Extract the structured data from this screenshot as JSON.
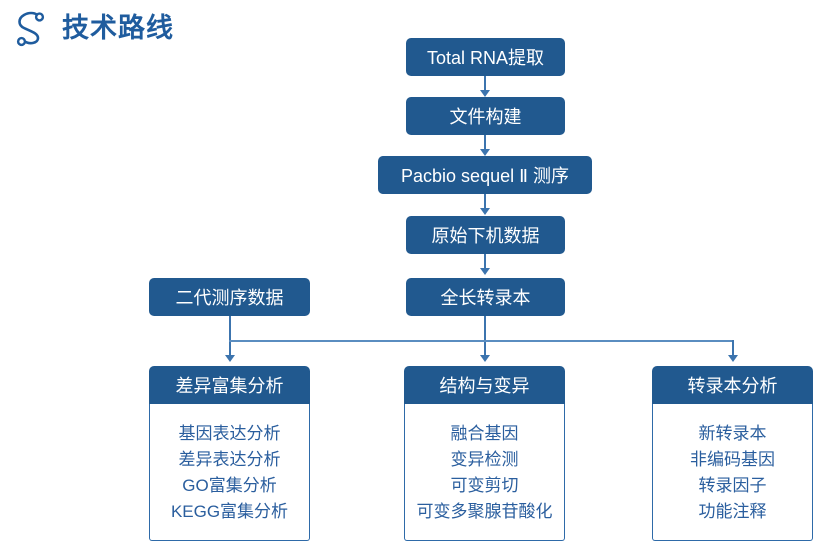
{
  "header": {
    "title": "技术路线",
    "icon": "s-path-node-icon"
  },
  "colors": {
    "node_fill": "#21598F",
    "connector": "#3C74AE",
    "bus_line": "#5A8DC0",
    "panel_border": "#2E6AA8",
    "panel_text": "#2A5E9E",
    "title_text": "#1F5C9E",
    "node_text": "#FFFFFF",
    "background": "#FFFFFF"
  },
  "flow": {
    "main_chain": [
      {
        "id": "total-rna",
        "label": "Total RNA提取"
      },
      {
        "id": "library-build",
        "label": "文件构建"
      },
      {
        "id": "pacbio-sequel",
        "label": "Pacbio sequel Ⅱ 测序"
      },
      {
        "id": "raw-data",
        "label": "原始下机数据"
      },
      {
        "id": "full-length-transcript",
        "label": "全长转录本"
      }
    ],
    "side_input": {
      "id": "ngs-data",
      "label": "二代测序数据"
    }
  },
  "analysis_panels": [
    {
      "id": "differential-enrichment",
      "title": "差异富集分析",
      "items": [
        "基因表达分析",
        "差异表达分析",
        "GO富集分析",
        "KEGG富集分析"
      ]
    },
    {
      "id": "structure-variation",
      "title": "结构与变异",
      "items": [
        "融合基因",
        "变异检测",
        "可变剪切",
        "可变多聚腺苷酸化"
      ]
    },
    {
      "id": "transcript-analysis",
      "title": "转录本分析",
      "items": [
        "新转录本",
        "非编码基因",
        "转录因子",
        "功能注释"
      ]
    }
  ]
}
